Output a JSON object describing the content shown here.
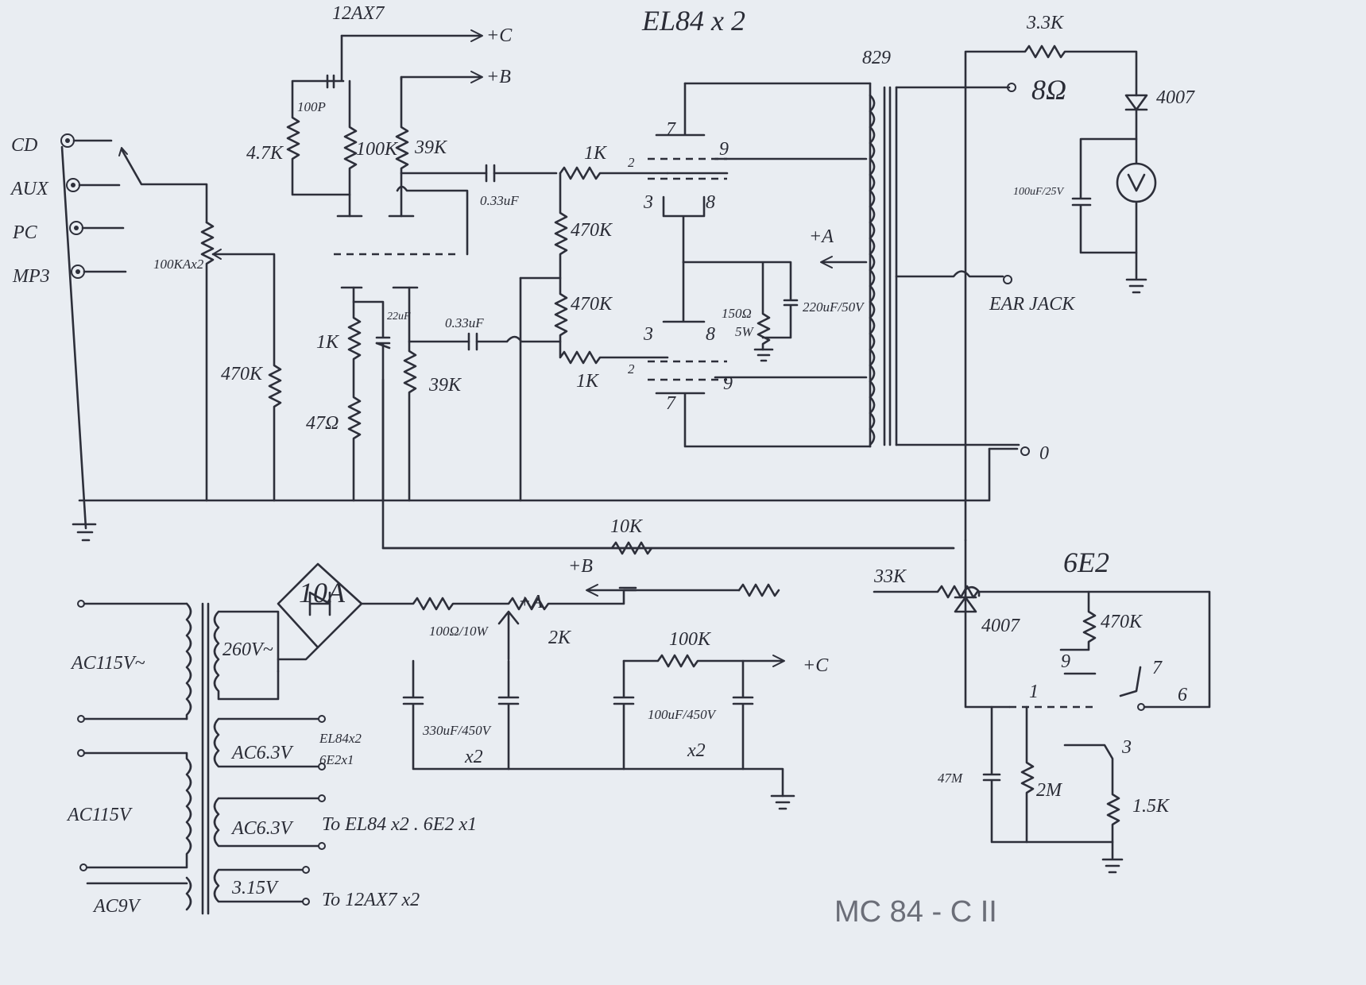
{
  "colors": {
    "paper": "#e9edf2",
    "ink": "#2d2f3a"
  },
  "sheet": {
    "title": "MC 84 - C II",
    "output_tubes": "EL84 x 2",
    "preamp_tube": "12AX7",
    "output_transformer": "829",
    "indicator_tube": "6E2"
  },
  "inputs": {
    "cd": "CD",
    "aux": "AUX",
    "pc": "PC",
    "mp3": "MP3"
  },
  "rails": {
    "plus_a": "+A",
    "plus_b": "+B",
    "plus_c": "+C"
  },
  "components": {
    "pot_volume": "100KAx2",
    "c_100p": "100P",
    "r_4k7": "4.7K",
    "r_100k_plate": "100K",
    "r_39k_top": "39K",
    "c_033_top": "0.33uF",
    "c_033_bot": "0.33uF",
    "r_1k_grid_top": "1K",
    "r_1k_grid_bot": "1K",
    "r_470k_grid_top": "470K",
    "r_470k_grid_bot": "470K",
    "r_470k_input": "470K",
    "r_1k_cathode": "1K",
    "c_cathode_bypass": "22uF",
    "r_47_cathode": "47Ω",
    "r_39k_bot": "39K",
    "r_150_cathode": "150Ω",
    "r_150_watt": "5W",
    "c_220uf": "220uF/50V",
    "r_10k_fb": "10K",
    "r_3k3": "3.3K",
    "d_4007_out": "4007",
    "c_100uf_25v": "100uF/25V",
    "r_33k": "33K",
    "d_4007_6e2": "4007",
    "r_470k_6e2": "470K",
    "c_47m": "47M",
    "r_2m": "2M",
    "r_1k5": "1.5K",
    "fuse_10a": "10A",
    "r_100_10w": "100Ω/10W",
    "r_2k": "2K",
    "r_100k_ps": "100K",
    "c_330uf": "330uF/450V",
    "c_330_qty": "x2",
    "c_100uf_450": "100uF/450V",
    "c_100_qty": "x2"
  },
  "pins": {
    "el_top_7": "7",
    "el_top_9": "9",
    "el_top_2": "2",
    "el_top_3": "3",
    "el_top_8": "8",
    "el_bot_3": "3",
    "el_bot_8": "8",
    "el_bot_2": "2",
    "el_bot_9": "9",
    "el_bot_7": "7",
    "e2_9": "9",
    "e2_7": "7",
    "e2_1": "1",
    "e2_6": "6",
    "e2_3": "3"
  },
  "outputs": {
    "tap_8": "8Ω",
    "tap_0": "0",
    "ear_jack": "EAR JACK"
  },
  "power": {
    "ac_primary_1": "AC115V~",
    "ac_primary_2": "AC115V",
    "ac_aux": "AC9V",
    "sec_hv": "260V~",
    "sec_heater_1": "AC6.3V",
    "sec_heater_1_note_a": "EL84x2",
    "sec_heater_1_note_b": "6E2x1",
    "sec_heater_2": "AC6.3V",
    "sec_heater_2_note": "To EL84 x2 . 6E2 x1",
    "sec_heater_3": "3.15V",
    "sec_heater_3_note": "To 12AX7 x2"
  }
}
